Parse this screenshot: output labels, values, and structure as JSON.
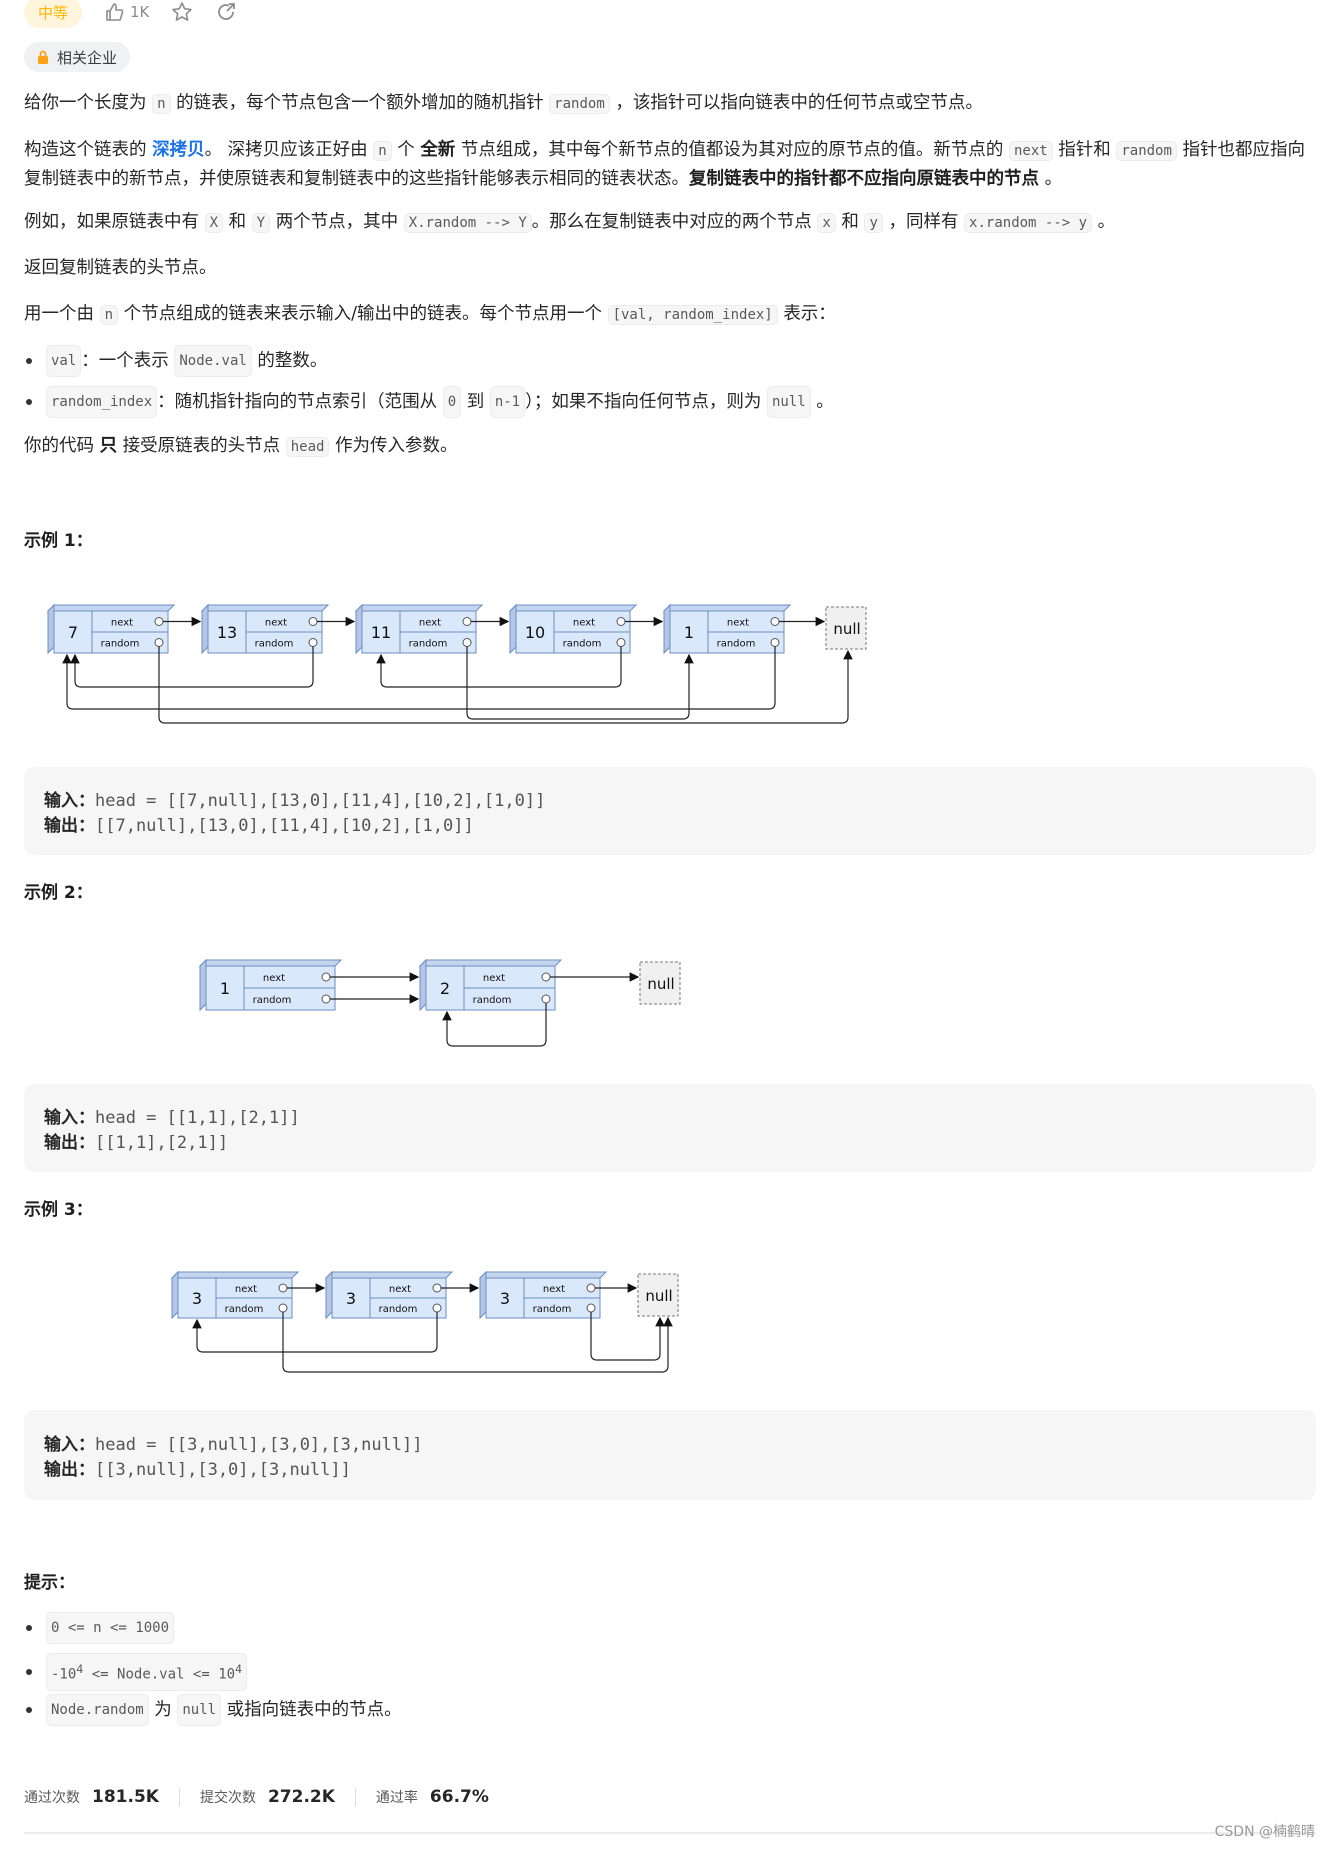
{
  "header": {
    "difficulty": "中等",
    "likes": "1K",
    "tag_label": "相关企业"
  },
  "description": {
    "p1": {
      "a": "给你一个长度为",
      "code_n": "n",
      "b": "的链表，每个节点包含一个额外增加的随机指针",
      "code_random": "random",
      "c": "，该指针可以指向链表中的任何节点或空节点。"
    },
    "p2": {
      "a": "构造这个链表的",
      "link": "深拷贝",
      "b": "。 深拷贝应该正好由",
      "code_n": "n",
      "c": "个",
      "bold1": "全新",
      "d": "节点组成，其中每个新节点的值都设为其对应的原节点的值。新节点的",
      "code_next": "next",
      "e": "指针和",
      "code_random": "random",
      "f": "指针也都应指向复",
      "g": "制链表中的新节点，并使原链表和复制链表中的这些指针能够表示相同的链表状态。",
      "bold2": "复制链表中的指针都不应指向原链表中的节点",
      "h": "。"
    },
    "p3": {
      "a": "例如，如果原链表中有",
      "code_X": "X",
      "b": "和",
      "code_Y": "Y",
      "c": "两个节点，其中",
      "code_XY": "X.random --> Y",
      "d": "。那么在复制链表中对应的两个节点",
      "code_x": "x",
      "e": "和",
      "code_y": "y",
      "f": "，同样有",
      "code_xy": "x.random --> y",
      "g": "。"
    },
    "p4": "返回复制链表的头节点。",
    "p5": {
      "a": "用一个由",
      "code_n": "n",
      "b": "个节点组成的链表来表示输入/输出中的链表。每个节点用一个",
      "code_pair": "[val, random_index]",
      "c": "表示："
    },
    "bullets": [
      {
        "code": "val",
        "a": "：一个表示",
        "code2": "Node.val",
        "b": "的整数。"
      },
      {
        "code": "random_index",
        "a": "：随机指针指向的节点索引（范围从",
        "code2": "0",
        "b": "到",
        "code3": "n-1",
        "c": "）；如果不指向任何节点，则为",
        "code4": "null",
        "d": "。"
      }
    ],
    "p6": {
      "a": "你的代码",
      "bold": "只",
      "b": "接受原链表的头节点",
      "code": "head",
      "c": "作为传入参数。"
    }
  },
  "examples": [
    {
      "title": "示例 1：",
      "input_label": "输入：",
      "input": "head = [[7,null],[13,0],[11,4],[10,2],[1,0]]",
      "output_label": "输出：",
      "output": "[[7,null],[13,0],[11,4],[10,2],[1,0]]",
      "nodes": [
        "7",
        "13",
        "11",
        "10",
        "1"
      ]
    },
    {
      "title": "示例 2：",
      "input_label": "输入：",
      "input": "head = [[1,1],[2,1]]",
      "output_label": "输出：",
      "output": "[[1,1],[2,1]]",
      "nodes": [
        "1",
        "2"
      ]
    },
    {
      "title": "示例 3：",
      "input_label": "输入：",
      "input": "head = [[3,null],[3,0],[3,null]]",
      "output_label": "输出：",
      "output": "[[3,null],[3,0],[3,null]]",
      "nodes": [
        "3",
        "3",
        "3"
      ]
    }
  ],
  "diagram_labels": {
    "next": "next",
    "random": "random",
    "null": "null"
  },
  "hints": {
    "title": "提示：",
    "items": [
      {
        "code": "0 <= n <= 1000"
      },
      {
        "code_a": "-10",
        "sup_a": "4",
        "code_b": " <= Node.val <= 10",
        "sup_b": "4"
      },
      {
        "code": "Node.random",
        "a": "为",
        "code2": "null",
        "b": "或指向链表中的节点。"
      }
    ]
  },
  "stats": [
    {
      "label": "通过次数",
      "value": "181.5K"
    },
    {
      "label": "提交次数",
      "value": "272.2K"
    },
    {
      "label": "通过率",
      "value": "66.7%"
    }
  ],
  "watermark": "CSDN @楠鹤晴"
}
